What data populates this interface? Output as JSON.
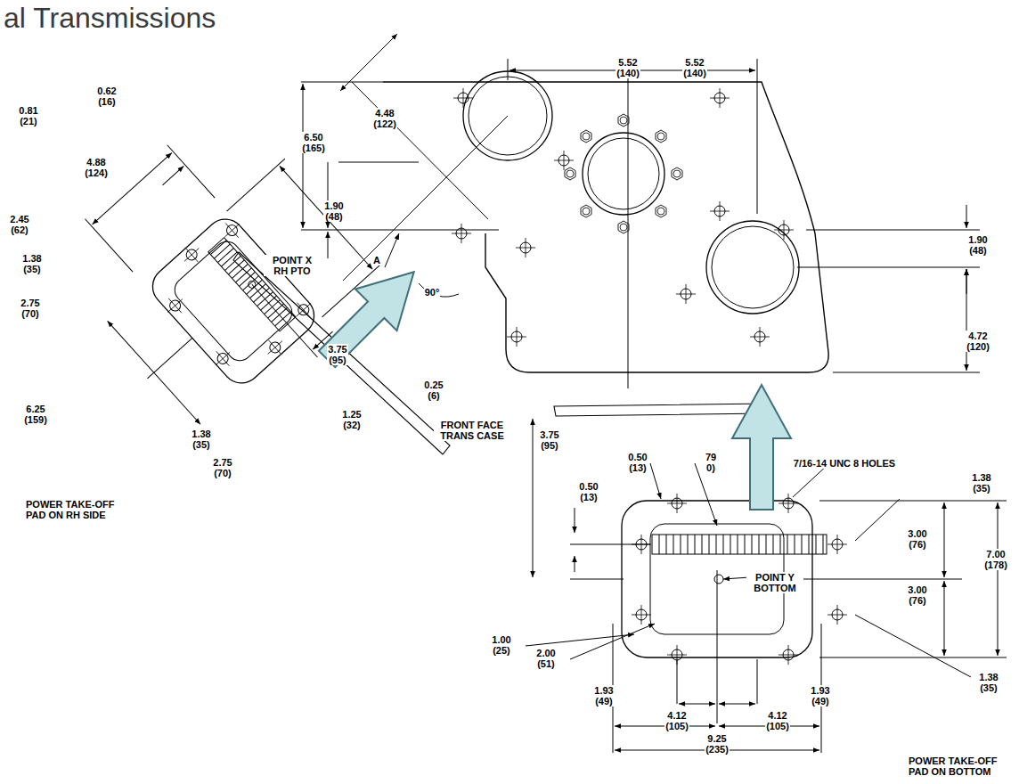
{
  "diagram": {
    "title": "al Transmissions",
    "labels": [
      "5.52 (140)",
      "5.52 (140)",
      "6.50 (165)",
      "4.48 (122)",
      "1.90 (48)",
      "A",
      "90°",
      "1.90 (48)",
      "4.72 (120)",
      "0.62 (16)",
      "0.81 (21)",
      "4.88 (124)",
      "2.45 (62)",
      "1.38 (35)",
      "POINT X RH PTO",
      "2.75 (70)",
      "3.75 (95)",
      "0.25 (6)",
      "1.25 (32)",
      "6.25 (159)",
      "1.38 (35)",
      "2.75 (70)",
      "POWER TAKE-OFF PAD ON RH SIDE",
      "FRONT FACE TRANS CASE",
      "3.75 (95)",
      "0.50 (13)",
      "79 0)",
      "7/16-14 UNC 8 HOLES",
      "1.38 (35)",
      "0.50 (13)",
      "3.00 (76)",
      "7.00 (178)",
      "POINT Y BOTTOM",
      "3.00 (76)",
      "1.00 (25)",
      "2.00 (51)",
      "1.38 (35)",
      "1.93 (49)",
      "1.93 (49)",
      "4.12 (105)",
      "4.12 (105)",
      "9.25 (235)",
      "POWER TAKE-OFF PAD ON BOTTOM"
    ]
  }
}
